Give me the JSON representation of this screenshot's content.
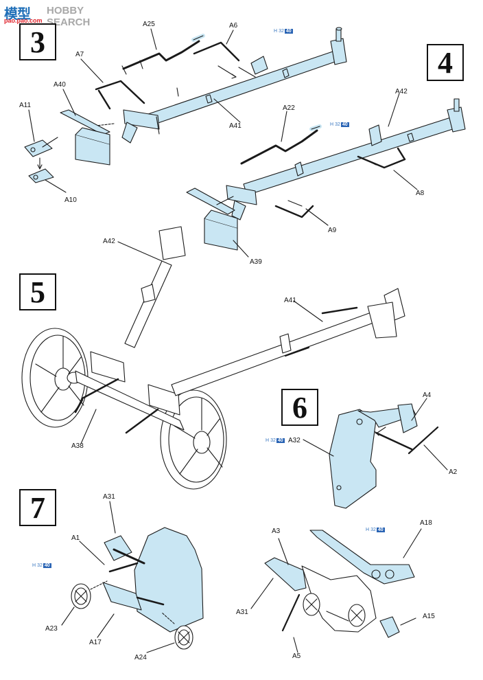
{
  "watermark": {
    "site": "模型",
    "brand": "HOBBY SEARCH",
    "url": "pao.pao.com"
  },
  "steps": [
    "3",
    "4",
    "5",
    "6",
    "7"
  ],
  "paint_mark": {
    "h": "H",
    "code_a": "32",
    "code_b": "40"
  },
  "parts": {
    "A25": "A25",
    "A6": "A6",
    "A7": "A7",
    "A40": "A40",
    "A11": "A11",
    "A10": "A10",
    "A41": "A41",
    "A22": "A22",
    "A42": "A42",
    "A8": "A8",
    "A9": "A9",
    "A39": "A39",
    "A42b": "A42",
    "A41b": "A41",
    "A38": "A38",
    "A4": "A4",
    "A32": "A32",
    "A2": "A2",
    "A31": "A31",
    "A1": "A1",
    "A23": "A23",
    "A17": "A17",
    "A24": "A24",
    "A3": "A3",
    "A18": "A18",
    "A31b": "A31",
    "A15": "A15",
    "A5": "A5"
  },
  "colors": {
    "part_fill": "#c9e6f3",
    "line": "#1a1a1a",
    "paint_badge": "#2a64b4"
  }
}
